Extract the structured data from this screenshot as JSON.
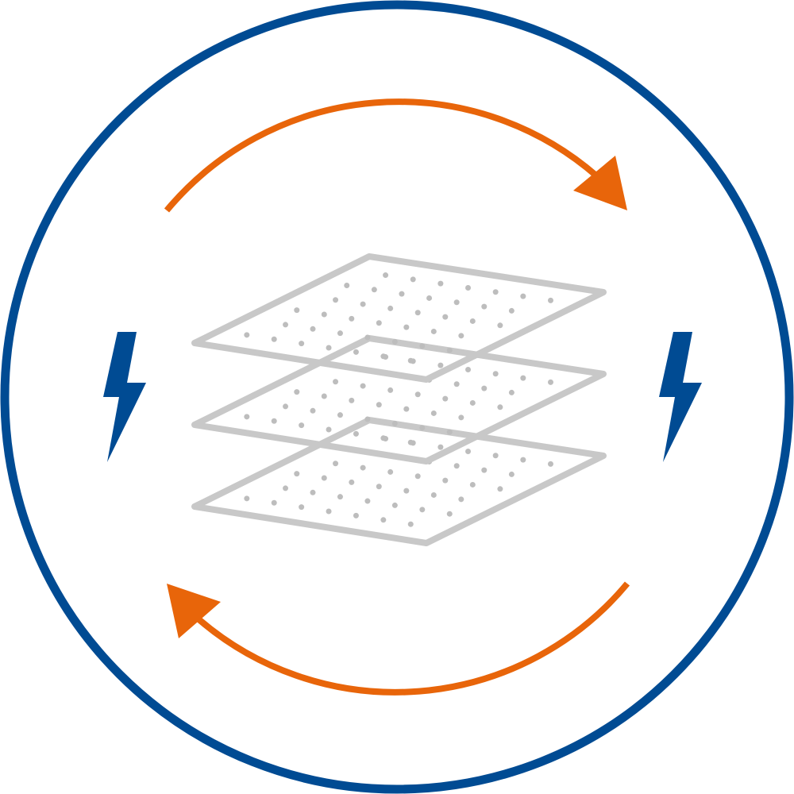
{
  "colors": {
    "ring": "#004B93",
    "arrows": "#E8650A",
    "bolts": "#004B93",
    "layers": "#C8C8C8",
    "dots": "#BDBDBD"
  },
  "icons": [
    "outer-ring",
    "cycle-arrow-clockwise-top",
    "cycle-arrow-bottom",
    "lightning-bolt-left",
    "lightning-bolt-right",
    "stacked-layers"
  ],
  "layer_count": 3
}
